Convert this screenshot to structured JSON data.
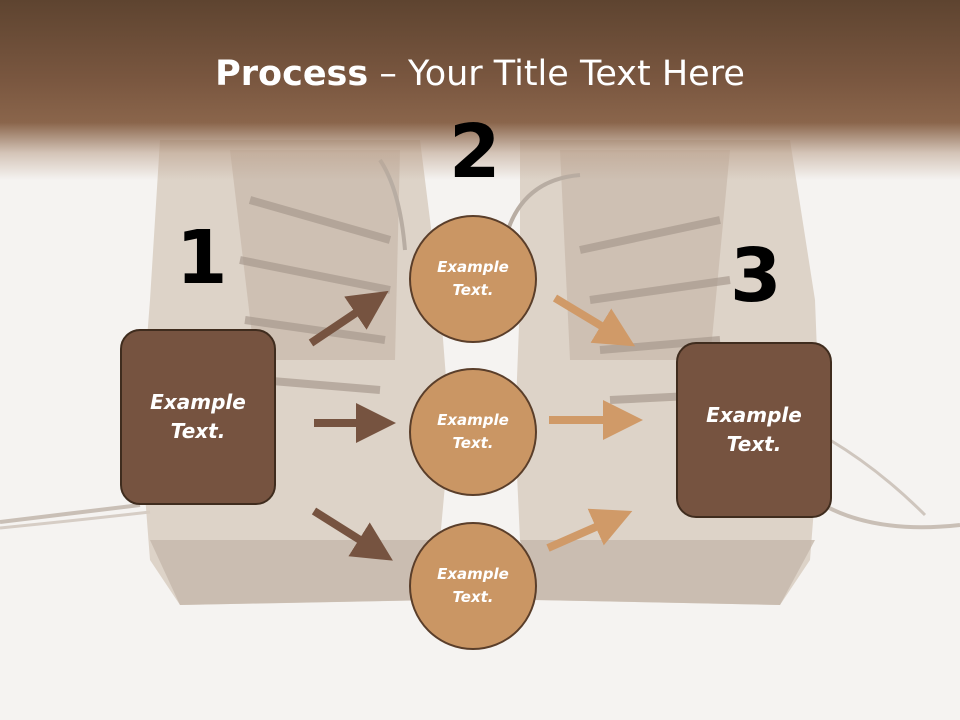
{
  "slide": {
    "title_bold": "Process",
    "title_rest": " – Your Title Text Here"
  },
  "steps": [
    {
      "number": "1",
      "text": "Example Text."
    },
    {
      "number": "2",
      "items": [
        "Example Text.",
        "Example Text.",
        "Example Text."
      ]
    },
    {
      "number": "3",
      "text": "Example Text."
    }
  ],
  "colors": {
    "header": "#6e4e38",
    "box_fill": "#765340",
    "circle_fill": "#ca9664",
    "arrow_dark": "#765340",
    "arrow_light": "#d09a68"
  }
}
